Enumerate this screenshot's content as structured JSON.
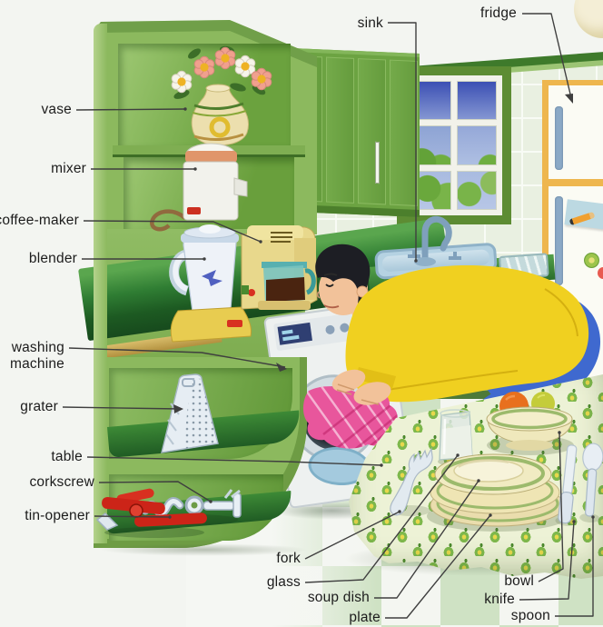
{
  "scene": {
    "title": "kitchen picture-dictionary illustration"
  },
  "labels": {
    "sink": "sink",
    "fridge": "fridge",
    "vase": "vase",
    "mixer": "mixer",
    "coffee_maker": "coffee-maker",
    "blender": "blender",
    "washing_machine": "washing\nmachine",
    "grater": "grater",
    "table": "table",
    "corkscrew": "corkscrew",
    "tin_opener": "tin-opener",
    "fork": "fork",
    "glass": "glass",
    "soup_dish": "soup dish",
    "plate": "plate",
    "bowl": "bowl",
    "knife": "knife",
    "spoon": "spoon"
  },
  "palette": {
    "frame-green": "#8cb95e",
    "cabinet-green": "#6ca342",
    "counter-dark": "#2a7130",
    "light-cabinet": "#a9c88e",
    "wall-tile": "#e9f0e1",
    "tile-line": "#f8fbf5",
    "floor-base": "#f4f6f1",
    "floor-tile": "#cfe2c4",
    "fridge-trim": "#eeb64e",
    "fridge-body": "#fbfbf4",
    "window-frame": "#5d8c33",
    "sink-blue": "#b5d2e2",
    "machine-white": "#edf0ef",
    "sweater-yellow": "#f0d020",
    "jeans-blue": "#3f69cf",
    "skin": "#f2c29a",
    "hair-black": "#1d1e24",
    "cloth-pink": "#e8569c",
    "cloth-base": "#edf2d6",
    "apple-green": "#7eb84c",
    "apple-yellow": "#e8d84c",
    "dish-cream": "#f0e8c0",
    "dish-ring": "#9cba6c",
    "fruit-orange": "#e8701e",
    "fruit-apple": "#c4cc3a",
    "cutlery": "#e2eaf0",
    "opener-red": "#cc2418",
    "tan-edge": "#caa84e",
    "lamp-cream": "#f4eed6",
    "label-ink": "#1c1c1c",
    "line-gray": "#3f3f3f"
  }
}
